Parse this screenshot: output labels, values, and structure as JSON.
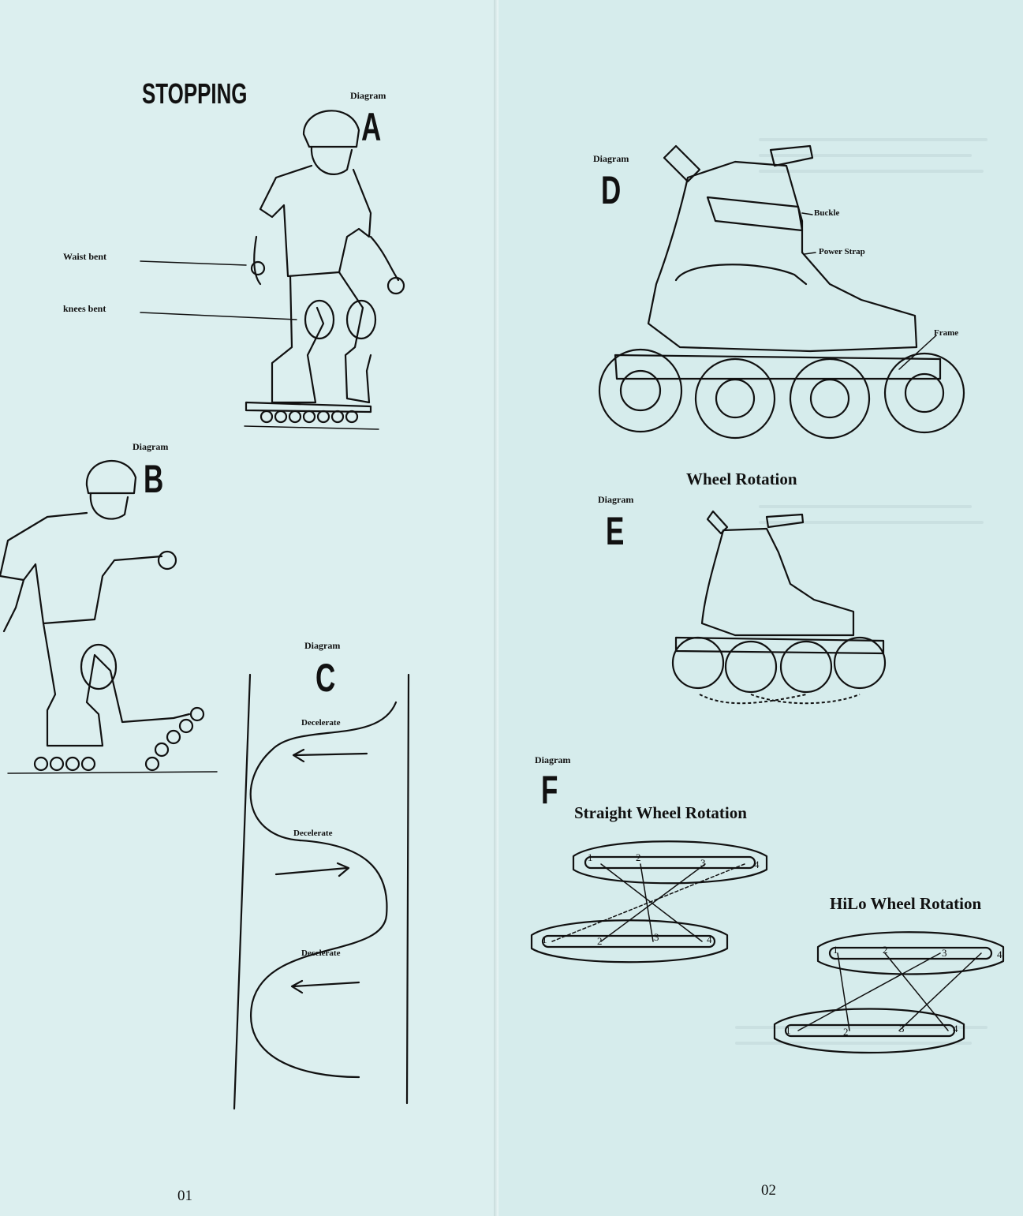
{
  "left_page": {
    "title": "STOPPING",
    "page_number": "01",
    "diagram_a": {
      "caption": "Diagram",
      "letter": "A",
      "labels": [
        "Waist bent",
        "knees bent"
      ]
    },
    "diagram_b": {
      "caption": "Diagram",
      "letter": "B"
    },
    "diagram_c": {
      "caption": "Diagram",
      "letter": "C",
      "labels": [
        "Decelerate",
        "Decelerate",
        "Decelerate"
      ]
    }
  },
  "right_page": {
    "page_number": "02",
    "diagram_d": {
      "caption": "Diagram",
      "letter": "D",
      "labels": [
        "Buckle",
        "Power Strap",
        "Frame"
      ]
    },
    "diagram_e": {
      "caption": "Diagram",
      "letter": "E",
      "heading": "Wheel Rotation"
    },
    "diagram_f": {
      "caption": "Diagram",
      "letter": "F",
      "straight_heading": "Straight Wheel Rotation",
      "hilo_heading": "HiLo Wheel Rotation",
      "wheel_numbers": [
        "1",
        "2",
        "3",
        "4"
      ]
    }
  }
}
